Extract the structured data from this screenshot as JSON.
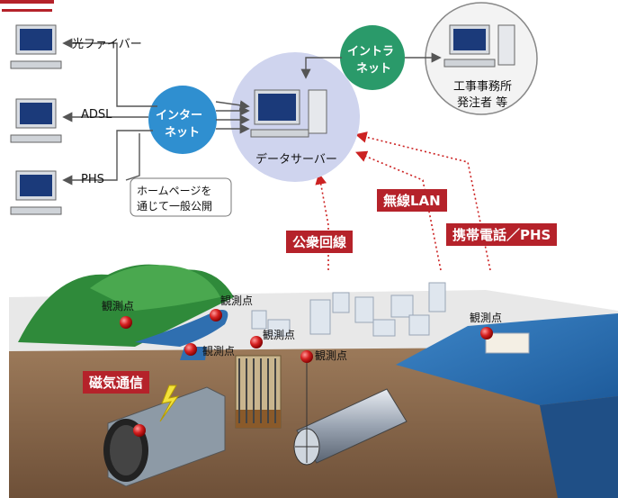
{
  "clients": [
    {
      "label": "光ファイバー"
    },
    {
      "label": "ADSL"
    },
    {
      "label": "PHS"
    }
  ],
  "internet": {
    "line1": "インター",
    "line2": "ネット"
  },
  "intranet": {
    "line1": "イントラ",
    "line2": "ネット"
  },
  "server": {
    "label": "データサーバー"
  },
  "office": {
    "line1": "工事事務所",
    "line2": "発注者 等"
  },
  "homepage_note": {
    "line1": "ホームページを",
    "line2": "通じて一般公開"
  },
  "comm_labels": {
    "public": "公衆回線",
    "wireless": "無線LAN",
    "mobile": "携帯電話／PHS",
    "magnetic": "磁気通信"
  },
  "observation_point": "観測点",
  "colors": {
    "accent_red": "#b5222a",
    "internet_blue": "#2f8fd0",
    "intranet_green": "#2a9a6a",
    "server_circle": "#cfd4ee",
    "ground": "#8a6a4e",
    "water": "#2f74b8"
  }
}
